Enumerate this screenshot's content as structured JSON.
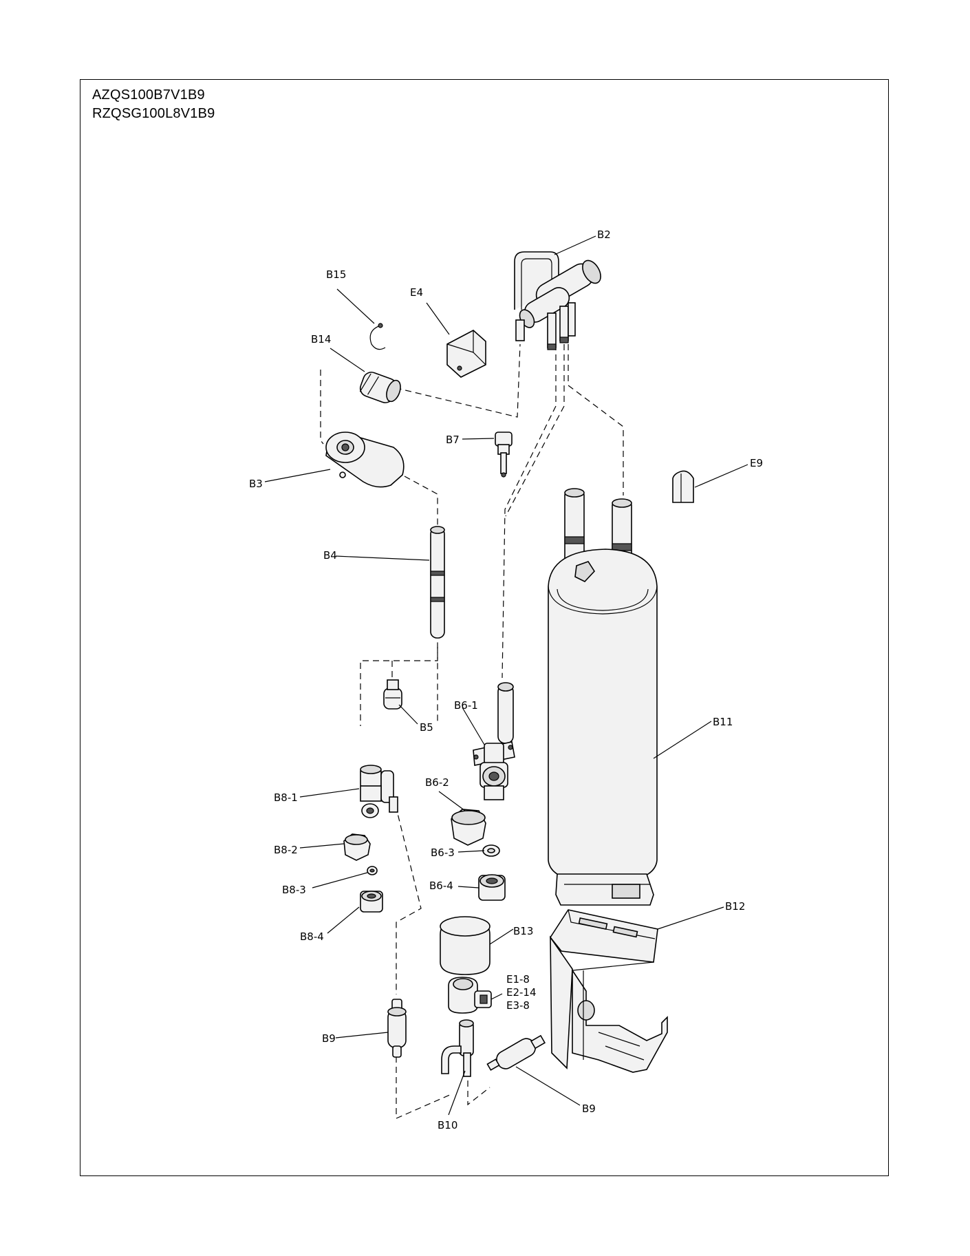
{
  "models": [
    "AZQS100B7V1B9",
    "RZQSG100L8V1B9"
  ],
  "labels": {
    "b2": "B2",
    "b15": "B15",
    "e4": "E4",
    "b14": "B14",
    "b7": "B7",
    "e9": "E9",
    "b3": "B3",
    "b4": "B4",
    "b5": "B5",
    "b6_1": "B6-1",
    "b11": "B11",
    "b8_1": "B8-1",
    "b6_2": "B6-2",
    "b8_2": "B8-2",
    "b6_3": "B6-3",
    "b8_3": "B8-3",
    "b6_4": "B6-4",
    "b8_4": "B8-4",
    "b12": "B12",
    "b13": "B13",
    "e1_8": "E1-8",
    "e2_14": "E2-14",
    "e3_8": "E3-8",
    "b9_left": "B9",
    "b9_right": "B9",
    "b10": "B10"
  }
}
